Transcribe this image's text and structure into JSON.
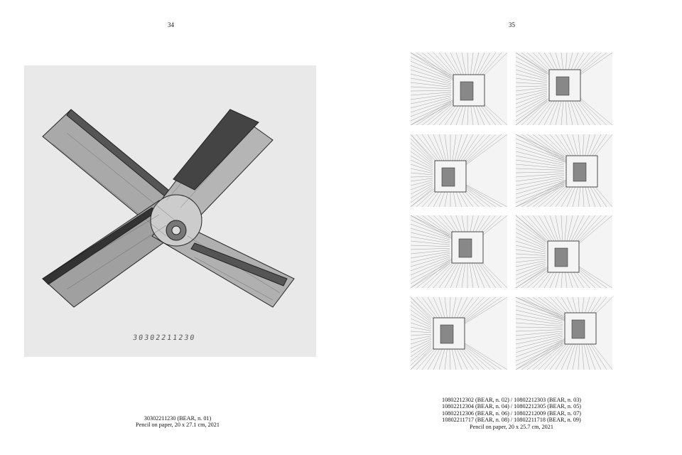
{
  "left_page": {
    "page_number": "34",
    "artwork_inscription": "30302211230",
    "caption": [
      "30302211230 (BEAR, n. 01)",
      "Pencil on paper, 20 x 27.1 cm, 2021"
    ]
  },
  "right_page": {
    "page_number": "35",
    "caption": [
      "10802212302 (BEAR, n. 02) / 10802212303 (BEAR, n. 03)",
      "10802212304 (BEAR, n. 04) / 10802212305 (BEAR, n. 05)",
      "10802212306 (BEAR, n. 06) / 10802212009 (BEAR, n. 07)",
      "10802211717 (BEAR, n. 08) / 10802211718 (BEAR, n. 09)",
      "Pencil on paper, 20 x 25.7 cm, 2021"
    ]
  }
}
